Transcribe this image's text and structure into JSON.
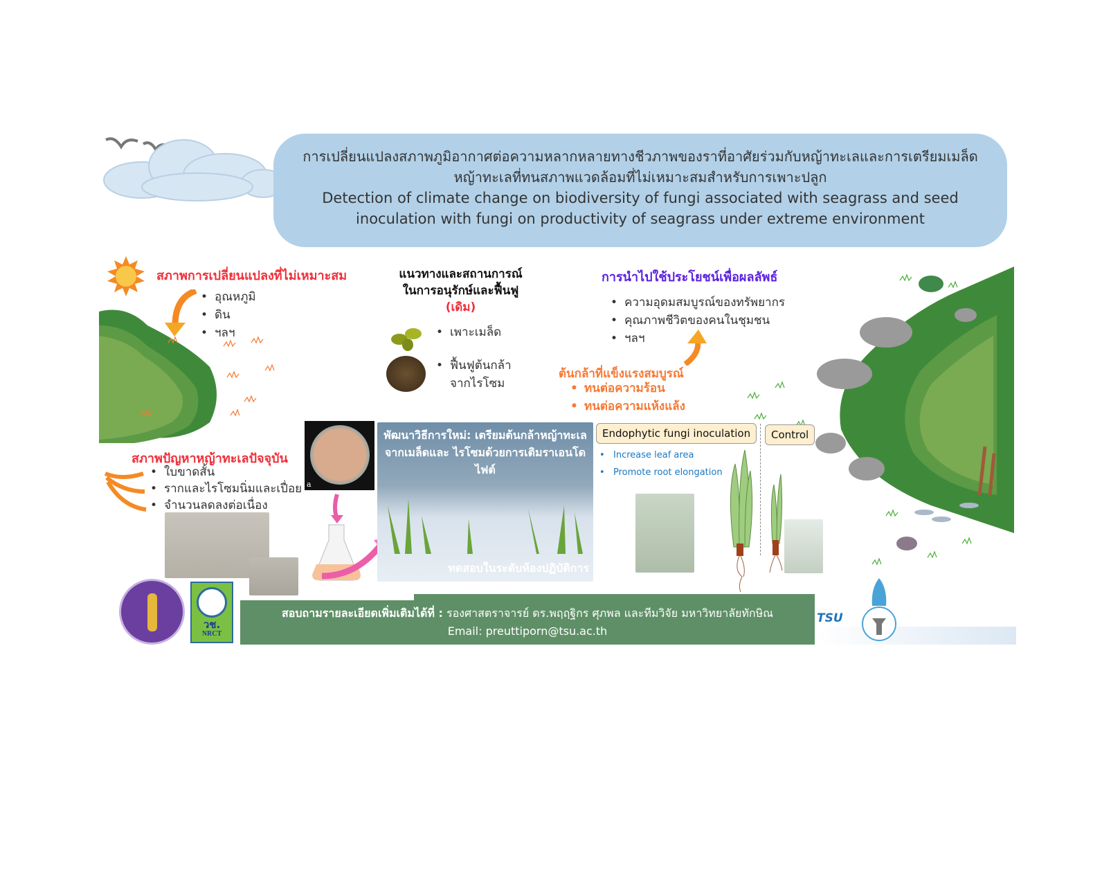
{
  "title": {
    "thai_line1": "การเปลี่ยนแปลงสภาพภูมิอากาศต่อความหลากหลายทางชีวภาพของราที่อาศัยร่วมกับหญ้าทะเลและการเตรียมเมล็ด",
    "thai_line2": "หญ้าทะเลที่ทนสภาพแวดล้อมที่ไม่เหมาะสมสำหรับการเพาะปลูก",
    "en_line1": "Detection of climate change on biodiversity of fungi associated with seagrass and seed",
    "en_line2": "inoculation with fungi on productivity of seagrass under extreme environment"
  },
  "unsuitable_changes": {
    "heading": "สภาพการเปลี่ยนแปลงที่ไม่เหมาะสม",
    "items": [
      "อุณหภูมิ",
      "ดิน",
      "ฯลฯ"
    ]
  },
  "conservation": {
    "heading_line1": "แนวทางและสถานการณ์",
    "heading_line2": "ในการอนุรักษ์และฟื้นฟู",
    "tag": "(เดิม)",
    "item1": "เพาะเมล็ด",
    "item2_line1": "ฟื้นฟูต้นกล้า",
    "item2_line2": "จากไรโซม"
  },
  "applications": {
    "heading": "การนำไปใช้ประโยชน์เพื่อผลลัพธ์",
    "items": [
      "ความอุดมสมบูรณ์ของทรัพยากร",
      "คุณภาพชีวิตของคนในชุมชน",
      "ฯลฯ"
    ]
  },
  "strong_seedlings": {
    "heading": "ต้นกล้าที่แข็งแรงสมบูรณ์",
    "items": [
      "ทนต่อความร้อน",
      "ทนต่อความแห้งแล้ง"
    ]
  },
  "current_problems": {
    "heading": "สภาพปัญหาหญ้าทะเลปัจจุบัน",
    "items": [
      "ใบขาดสั้น",
      "รากและไรโซมนิ่มและเปื่อย",
      "จำนวนลดลงต่อเนื่อง"
    ]
  },
  "new_method": {
    "petri_label": "a",
    "heading": "พัฒนาวิธีการใหม่: เตรียมต้นกล้าหญ้าทะเลจากเมล็ดและ ไรโซมด้วยการเติมราเอนโดไฟต์",
    "caption": "ทดสอบในระดับห้องปฏิบัติการ"
  },
  "comparison": {
    "treatment_label": "Endophytic fungi inoculation",
    "control_label": "Control",
    "benefits": [
      "Increase leaf area",
      "Promote root elongation"
    ]
  },
  "footer": {
    "contact_label": "สอบถามรายละเอียดเพิ่มเติมได้ที่ :",
    "contact_name": "รองศาสตราจารย์ ดร.พฤฤฐิกร ศุภพล และทีมวิจัย มหาวิทยาลัยทักษิณ",
    "email": "Email: preuttiporn@tsu.ac.th"
  },
  "logos": {
    "nrct_thai": "วช.",
    "nrct_en": "NRCT",
    "tsu": "TSU"
  },
  "colors": {
    "title_bg": "#b2d1e8",
    "red": "#f0303a",
    "purple": "#5b21e0",
    "orange": "#f57a36",
    "blue": "#1a78c2",
    "footer_bg": "#5f8f67",
    "land_dark": "#3f8a3a",
    "land_light": "#7aaa52"
  }
}
